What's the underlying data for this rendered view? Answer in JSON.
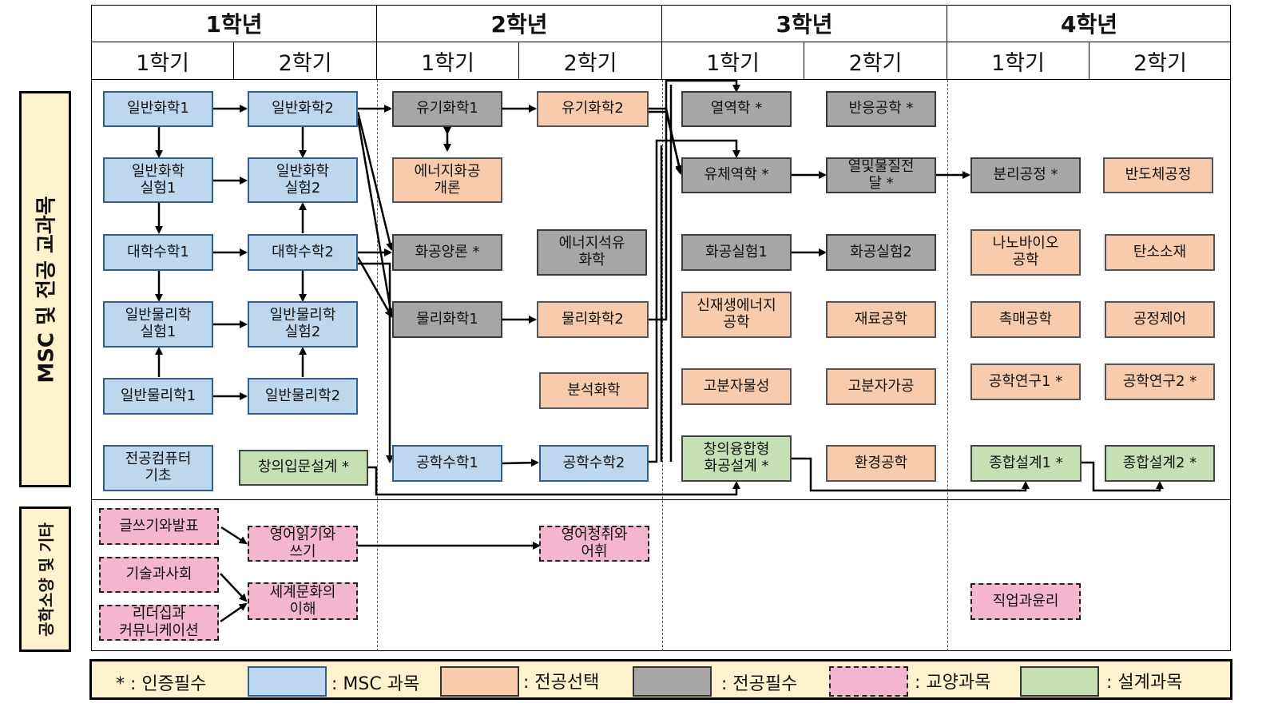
{
  "years": [
    "1학년",
    "2학년",
    "3학년",
    "4학년"
  ],
  "semesters": [
    "1학기",
    "2학기",
    "1학기",
    "2학기",
    "1학기",
    "2학기",
    "1학기",
    "2학기"
  ],
  "side_labels": {
    "major": "MSC 및 전공 교과목",
    "general": "공학소양 및 기타"
  },
  "courses": {
    "c1": "일반화학1",
    "c2": "일반화학2",
    "c3": "유기화학1",
    "c4": "유기화학2",
    "c5": "열역학 *",
    "c6": "반응공학 *",
    "c7": "일반화학\n실험1",
    "c8": "일반화학\n실험2",
    "c9": "에너지화공\n개론",
    "c10": "유체역학 *",
    "c11": "열및물질전\n달 *",
    "c12": "분리공정 *",
    "c13": "반도체공정",
    "c14": "대학수학1",
    "c15": "대학수학2",
    "c16": "화공양론 *",
    "c17": "에너지석유\n화학",
    "c18": "화공실험1",
    "c19": "화공실험2",
    "c20": "나노바이오\n공학",
    "c21": "탄소소재",
    "c22": "일반물리학\n실험1",
    "c23": "일반물리학\n실험2",
    "c24": "물리화학1",
    "c25": "물리화학2",
    "c26": "신재생에너지\n공학",
    "c27": "재료공학",
    "c28": "촉매공학",
    "c29": "공정제어",
    "c30": "분석화학",
    "c31": "고분자물성",
    "c32": "고분자가공",
    "c33": "공학연구1 *",
    "c34": "공학연구2 *",
    "c35": "일반물리학1",
    "c36": "일반물리학2",
    "c37": "전공컴퓨터\n기초",
    "c38": "창의입문설계 *",
    "c39": "공학수학1",
    "c40": "공학수학2",
    "c41": "창의융합형\n화공설계 *",
    "c42": "환경공학",
    "c43": "종합설계1 *",
    "c44": "종합설계2 *",
    "g1": "글쓰기와발표",
    "g2": "영어읽기와\n쓰기",
    "g3": "영어청취와\n어휘",
    "g4": "기술과사회",
    "g5": "세계문화의\n이해",
    "g6": "리더십과\n커뮤니케이션",
    "g7": "직업과윤리"
  },
  "legend": {
    "required": "* : 인증필수",
    "msc": ": MSC 과목",
    "elective": ": 전공선택",
    "major_req": ": 전공필수",
    "liberal": ": 교양과목",
    "design": ": 설계과목"
  },
  "colors": {
    "msc": "#bdd7ee",
    "elective": "#f8cbad",
    "major_req": "#a6a6a6",
    "liberal": "#f4b6cf",
    "design": "#c6e0b4",
    "side": "#fff2cc"
  }
}
